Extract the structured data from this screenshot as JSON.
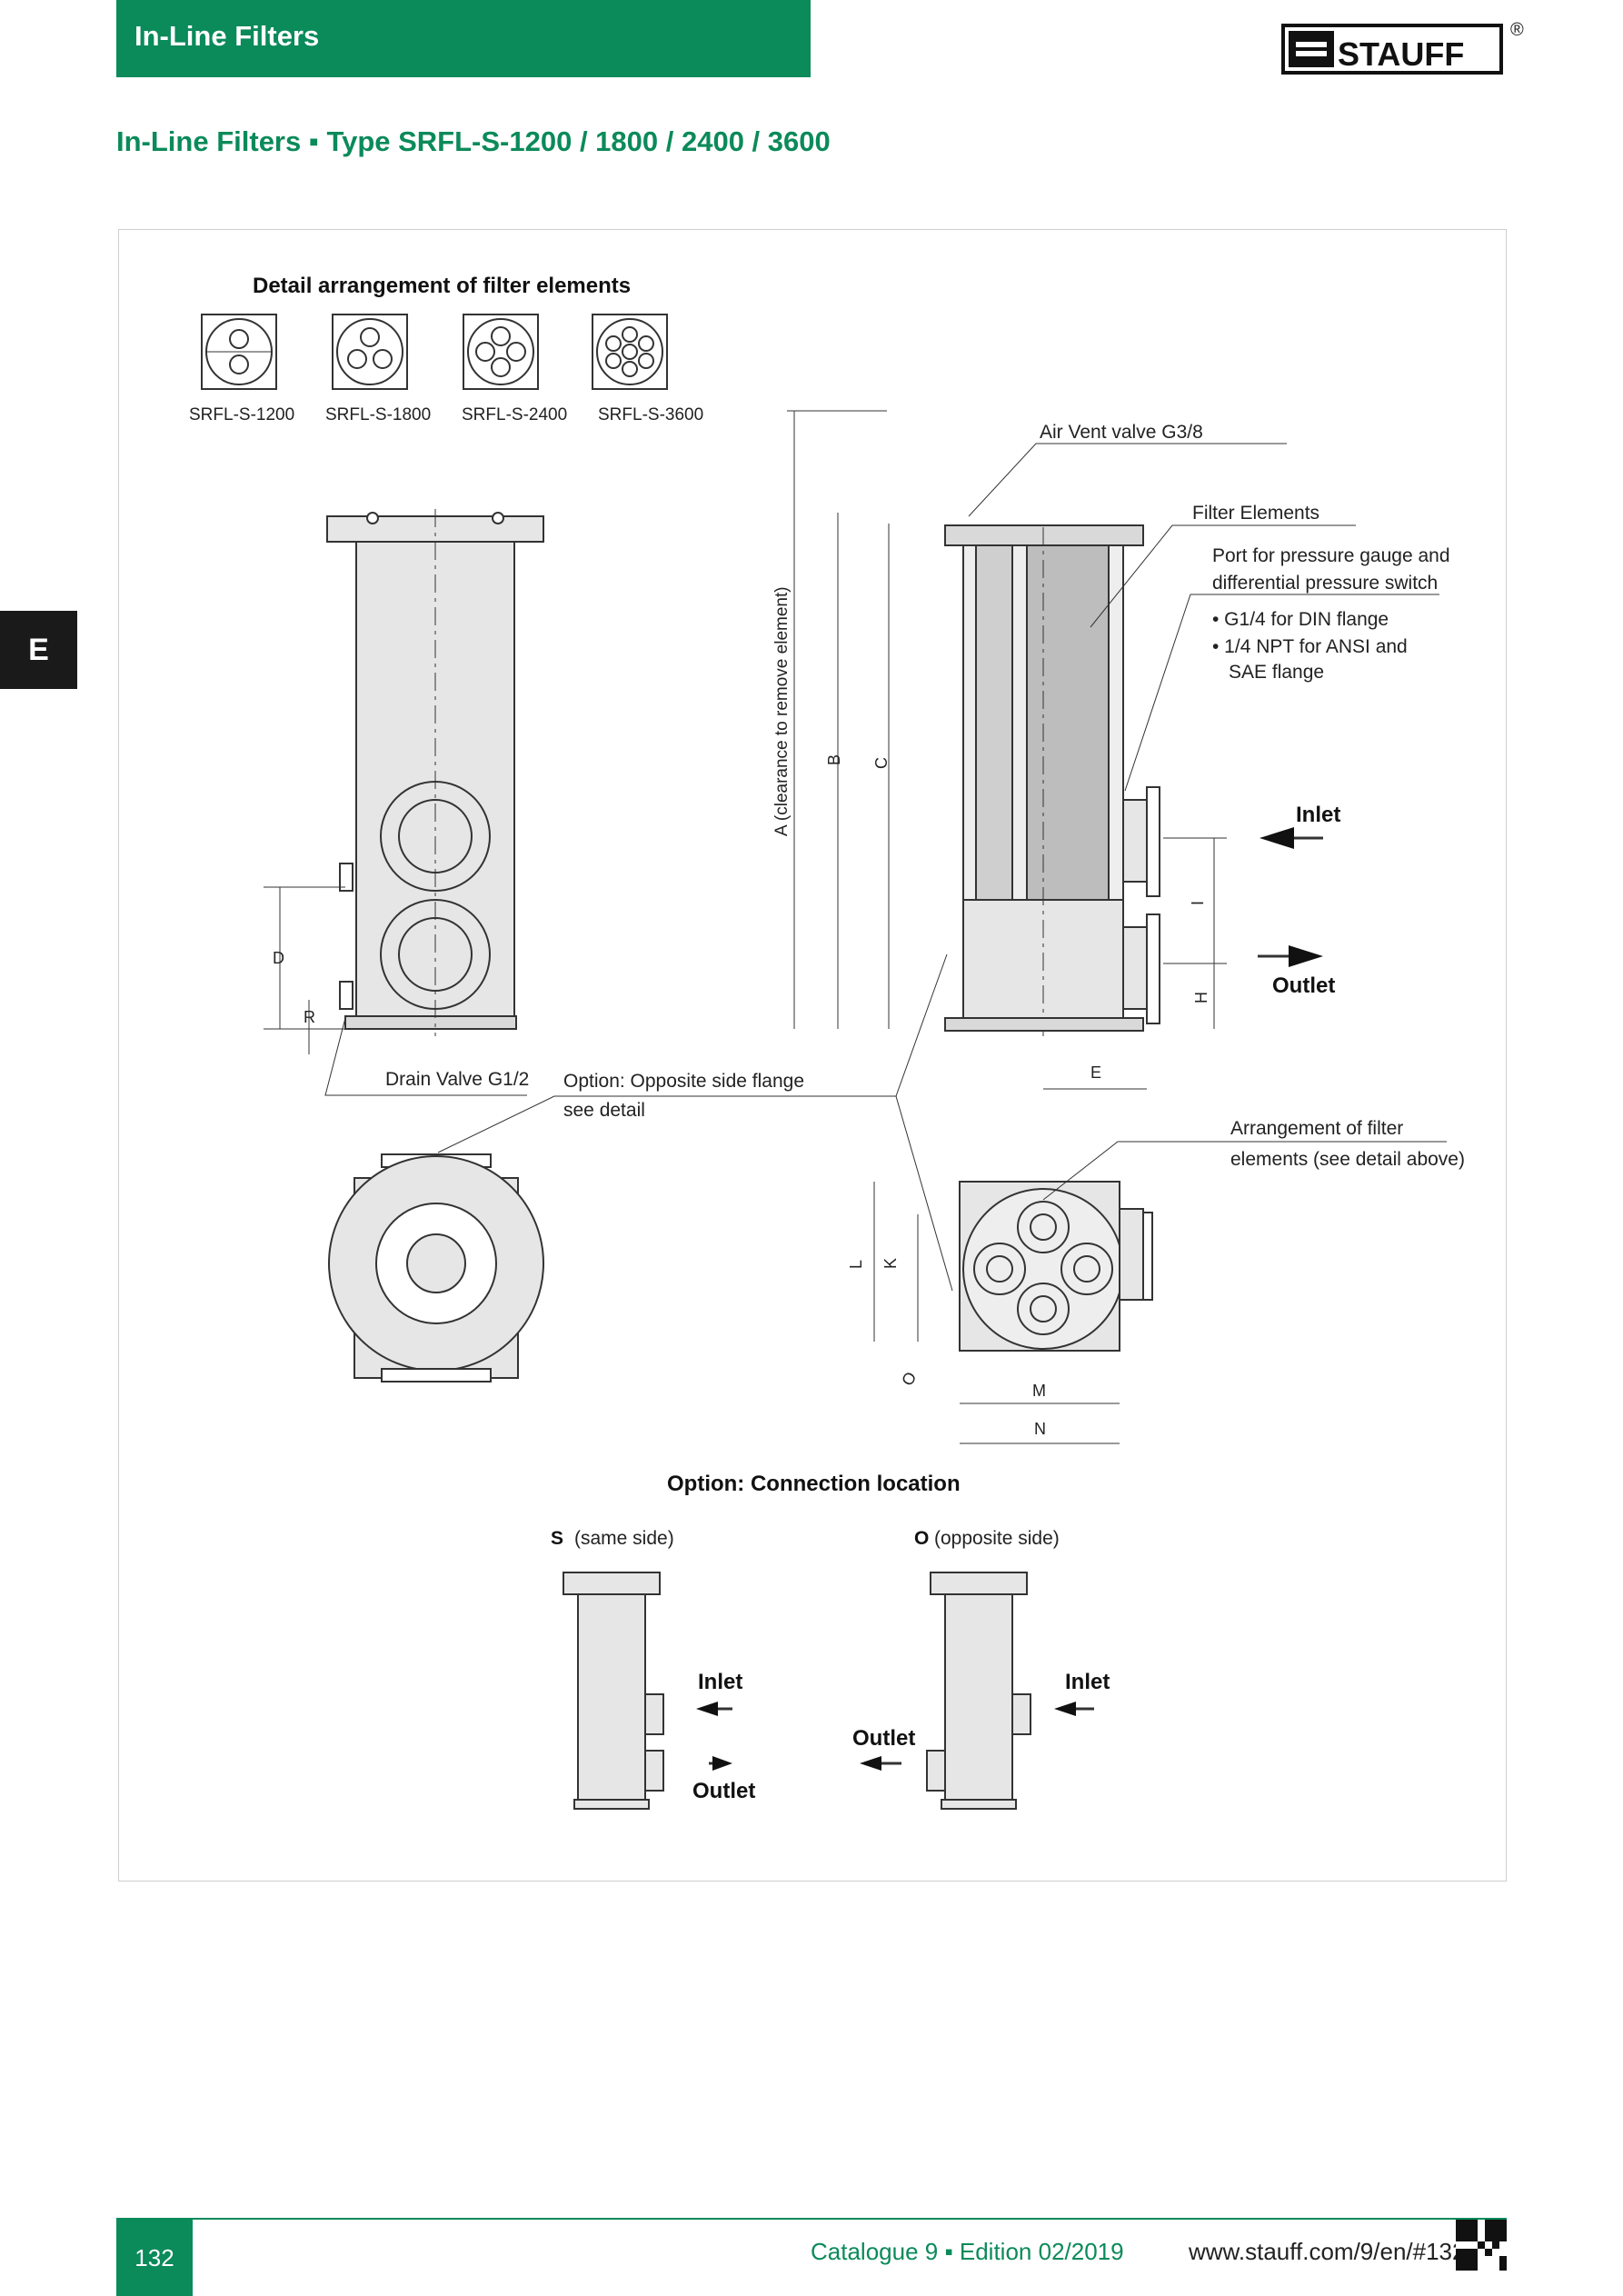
{
  "header": {
    "section_title": "In-Line Filters",
    "brand": "STAUFF",
    "registered": "®",
    "subtitle": "In-Line Filters ▪ Type SRFL-S-1200 / 1800 / 2400 / 3600"
  },
  "side_tab": "E",
  "figure": {
    "detail_title": "Detail arrangement of filter elements",
    "models": [
      "SRFL-S-1200",
      "SRFL-S-1800",
      "SRFL-S-2400",
      "SRFL-S-3600"
    ],
    "labels": {
      "air_vent": "Air Vent valve G3/8",
      "filter_elements": "Filter Elements",
      "port_line1": "Port for pressure gauge and",
      "port_line2": "differential pressure switch",
      "bullet1": "• G1/4 for DIN flange",
      "bullet2": "• 1/4 NPT for ANSI and",
      "bullet2b": "SAE flange",
      "inlet": "Inlet",
      "outlet": "Outlet",
      "clearance": "A (clearance to remove element)",
      "drain_valve": "Drain Valve G1/2",
      "opt_flange_line1": "Option: Opposite side flange",
      "opt_flange_line2": "see detail",
      "arrangement_line1": "Arrangement of filter",
      "arrangement_line2": "elements (see detail above)",
      "connection_title": "Option: Connection location",
      "same_side_code": "S",
      "same_side_text": "(same side)",
      "opposite_side_code": "O",
      "opposite_side_text": "(opposite side)"
    },
    "dims": {
      "B": "B",
      "C": "C",
      "D": "D",
      "R": "R",
      "E": "E",
      "I": "I",
      "H": "H",
      "L": "L",
      "K": "K",
      "O": "O",
      "M": "M",
      "N": "N"
    }
  },
  "footer": {
    "page": "132",
    "catalogue": "Catalogue 9 ▪ Edition 02/2019",
    "website": "www.stauff.com/9/en/#132"
  },
  "colors": {
    "brand_green": "#0b8a5a",
    "line": "#333333",
    "body_fill": "#e6e6e6"
  }
}
